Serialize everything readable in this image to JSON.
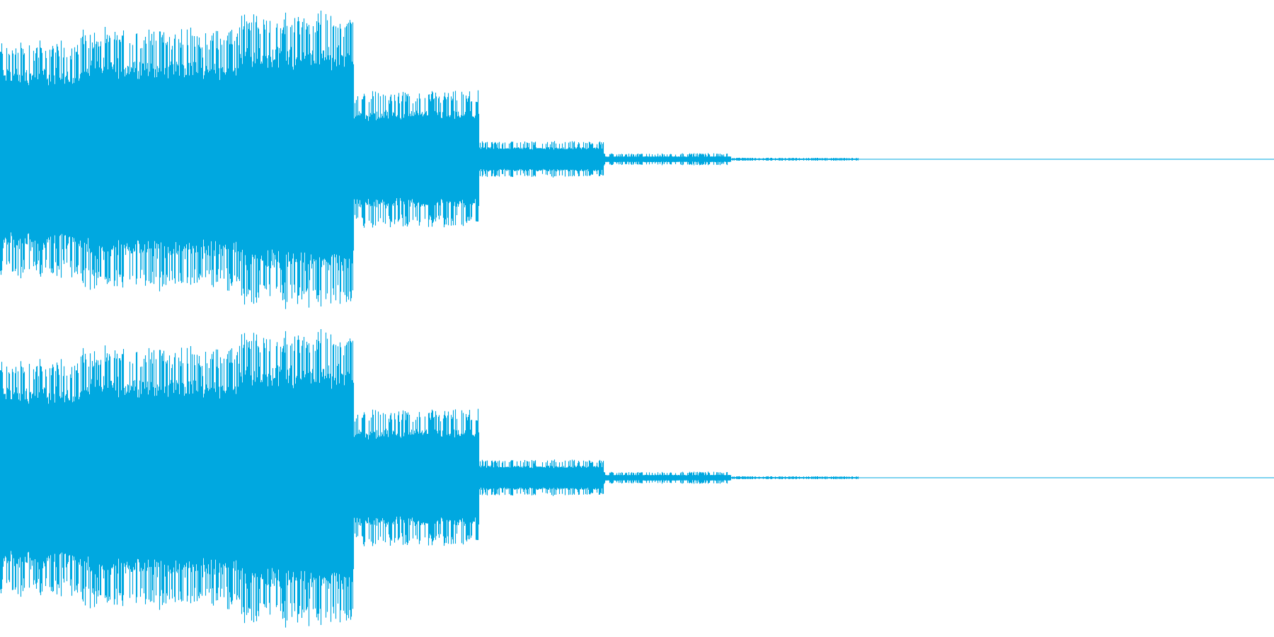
{
  "waveform": {
    "color": "#00a8e0",
    "background": "#ffffff",
    "channels": [
      {
        "name": ""
      },
      {
        "name": ""
      }
    ],
    "envelope_segments": [
      {
        "duration_fraction": 0.062,
        "peak_amplitude": 0.78,
        "body_amplitude": 0.6
      },
      {
        "duration_fraction": 0.126,
        "peak_amplitude": 0.86,
        "body_amplitude": 0.66
      },
      {
        "duration_fraction": 0.09,
        "peak_amplitude": 0.97,
        "body_amplitude": 0.74
      },
      {
        "duration_fraction": 0.098,
        "peak_amplitude": 0.45,
        "body_amplitude": 0.32
      },
      {
        "duration_fraction": 0.098,
        "peak_amplitude": 0.12,
        "body_amplitude": 0.08
      },
      {
        "duration_fraction": 0.1,
        "peak_amplitude": 0.04,
        "body_amplitude": 0.02
      },
      {
        "duration_fraction": 0.1,
        "peak_amplitude": 0.01,
        "body_amplitude": 0.005
      },
      {
        "duration_fraction": 0.326,
        "peak_amplitude": 0.0,
        "body_amplitude": 0.0
      }
    ]
  }
}
